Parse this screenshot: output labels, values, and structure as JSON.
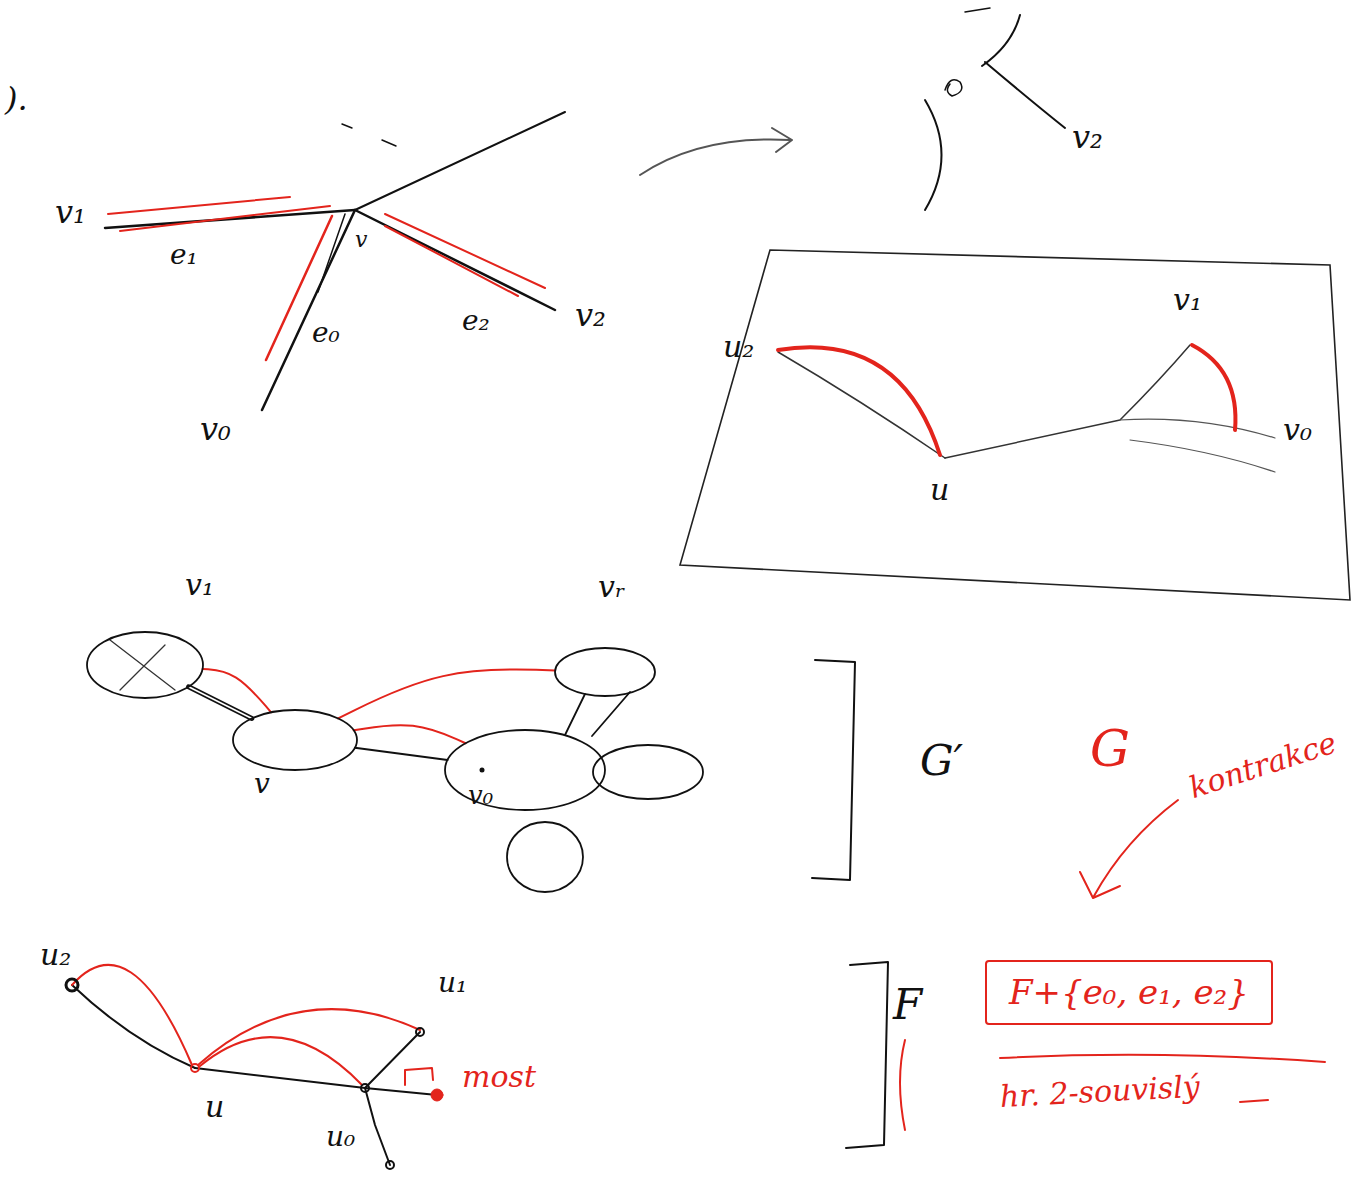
{
  "diagram": {
    "nodes": [
      {
        "text": [
          "v₁",
          "u₂",
          "v₀",
          "u"
        ]
      },
      {
        "text": [
          "v₁"
        ]
      },
      {
        "text": [
          "vᵣ"
        ]
      },
      {
        "text": [
          "v"
        ]
      },
      {
        "text": [
          "v₀"
        ]
      },
      {
        "text": [
          "F+{e₀, e₁, e₂}"
        ]
      }
    ],
    "edges": [
      {
        "from": 1,
        "to": 3,
        "arrow": "none"
      },
      {
        "from": 3,
        "to": 4,
        "arrow": "none"
      },
      {
        "from": 3,
        "to": 1,
        "arrow": "none"
      },
      {
        "from": 3,
        "to": 2,
        "arrow": "none"
      },
      {
        "from": 3,
        "to": 4,
        "arrow": "none"
      }
    ],
    "labels": [
      ").",
      "v₁",
      "e₁",
      "e₀",
      "e₂",
      "v₂",
      "v₀",
      "v",
      "v₂",
      "G′",
      "G",
      "kontrakce",
      "u₂",
      "u₁",
      "u",
      "u₀",
      "most",
      "F",
      "hr. 2-souvislý"
    ]
  }
}
